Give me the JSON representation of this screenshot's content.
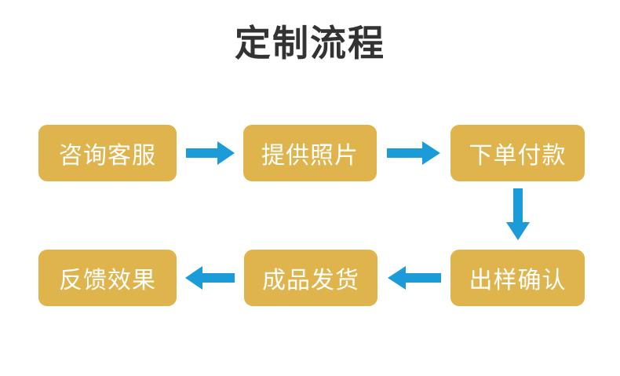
{
  "page": {
    "title": "定制流程",
    "background_color": "#ffffff",
    "title_color": "#333333",
    "box_color": "#e0b44c",
    "box_text_color": "#ffffff",
    "arrow_color": "#1b9cd8"
  },
  "steps": [
    {
      "id": 1,
      "label": "咨询客服",
      "row": 1,
      "order": 1
    },
    {
      "id": 2,
      "label": "提供照片",
      "row": 1,
      "order": 2
    },
    {
      "id": 3,
      "label": "下单付款",
      "row": 1,
      "order": 3
    },
    {
      "id": 4,
      "label": "出样确认",
      "row": 2,
      "order": 4
    },
    {
      "id": 5,
      "label": "成品发货",
      "row": 2,
      "order": 5
    },
    {
      "id": 6,
      "label": "反馈效果",
      "row": 2,
      "order": 6
    }
  ],
  "connectors": [
    {
      "id": 1,
      "direction": "right",
      "from": "咨询客服",
      "to": "提供照片"
    },
    {
      "id": 2,
      "direction": "right",
      "from": "提供照片",
      "to": "下单付款"
    },
    {
      "id": 3,
      "direction": "down",
      "from": "下单付款",
      "to": "出样确认"
    },
    {
      "id": 4,
      "direction": "left",
      "from": "出样确认",
      "to": "成品发货"
    },
    {
      "id": 5,
      "direction": "left",
      "from": "成品发货",
      "to": "反馈效果"
    }
  ]
}
